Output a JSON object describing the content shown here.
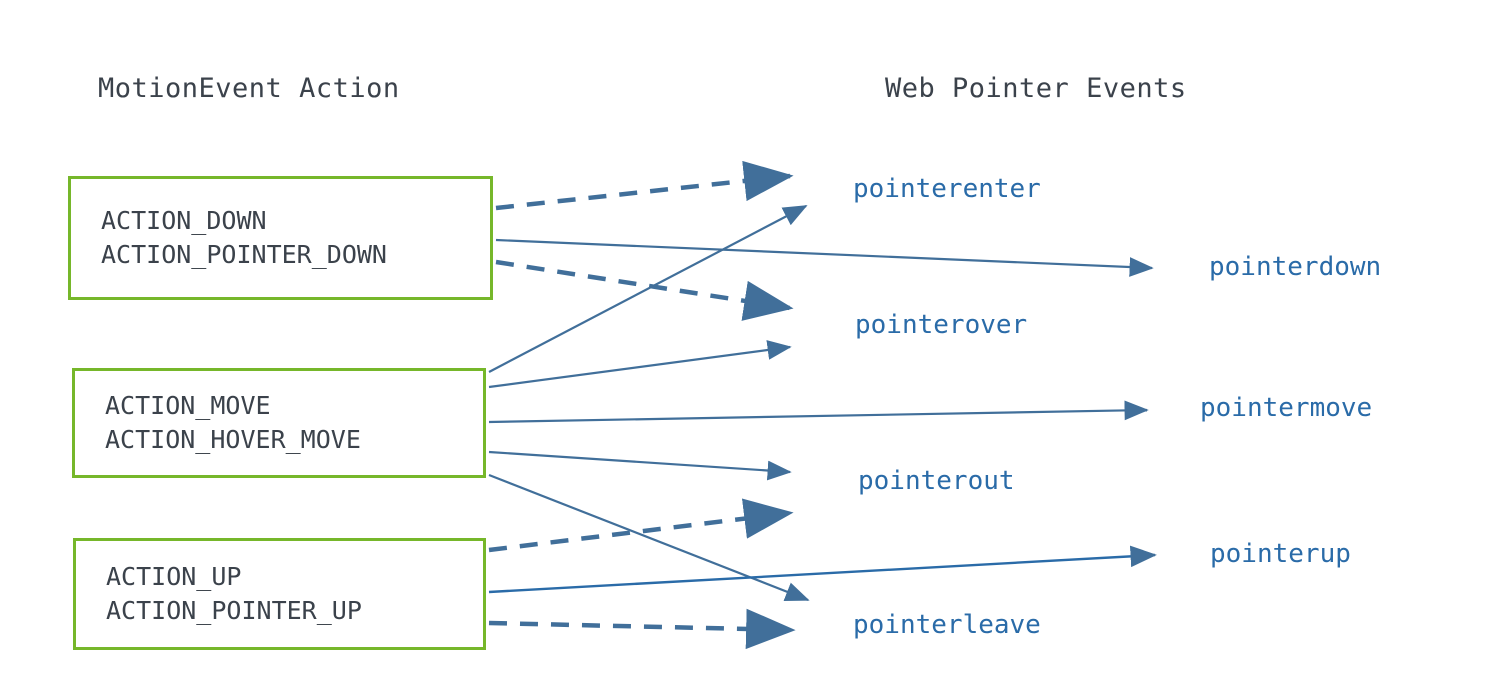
{
  "headers": {
    "left": "MotionEvent Action",
    "right": "Web Pointer Events"
  },
  "colors": {
    "box_border_green": "#76b72a",
    "action_text": "#3b424b",
    "event_text": "#2a6ba8",
    "arrow_solid": "#416f9a",
    "arrow_dashed": "#416f9a",
    "background": "#ffffff"
  },
  "action_boxes": [
    {
      "id": "box-down",
      "lines": [
        "ACTION_DOWN",
        "ACTION_POINTER_DOWN"
      ]
    },
    {
      "id": "box-move",
      "lines": [
        "ACTION_MOVE",
        "ACTION_HOVER_MOVE"
      ]
    },
    {
      "id": "box-up",
      "lines": [
        "ACTION_UP",
        "ACTION_POINTER_UP"
      ]
    }
  ],
  "event_labels": [
    {
      "id": "pointerenter",
      "text": "pointerenter"
    },
    {
      "id": "pointerdown",
      "text": "pointerdown"
    },
    {
      "id": "pointerover",
      "text": "pointerover"
    },
    {
      "id": "pointermove",
      "text": "pointermove"
    },
    {
      "id": "pointerout",
      "text": "pointerout"
    },
    {
      "id": "pointerup",
      "text": "pointerup"
    },
    {
      "id": "pointerleave",
      "text": "pointerleave"
    }
  ],
  "connections": [
    {
      "from": "ACTION_DOWN / ACTION_POINTER_DOWN",
      "to": "pointerenter",
      "style": "dashed"
    },
    {
      "from": "ACTION_DOWN / ACTION_POINTER_DOWN",
      "to": "pointerdown",
      "style": "solid"
    },
    {
      "from": "ACTION_DOWN / ACTION_POINTER_DOWN",
      "to": "pointerover",
      "style": "dashed"
    },
    {
      "from": "ACTION_MOVE / ACTION_HOVER_MOVE",
      "to": "pointerenter",
      "style": "solid"
    },
    {
      "from": "ACTION_MOVE / ACTION_HOVER_MOVE",
      "to": "pointerover",
      "style": "solid"
    },
    {
      "from": "ACTION_MOVE / ACTION_HOVER_MOVE",
      "to": "pointermove",
      "style": "solid"
    },
    {
      "from": "ACTION_MOVE / ACTION_HOVER_MOVE",
      "to": "pointerout",
      "style": "solid"
    },
    {
      "from": "ACTION_MOVE / ACTION_HOVER_MOVE",
      "to": "pointerleave",
      "style": "solid"
    },
    {
      "from": "ACTION_UP / ACTION_POINTER_UP",
      "to": "pointerout",
      "style": "dashed"
    },
    {
      "from": "ACTION_UP / ACTION_POINTER_UP",
      "to": "pointerup",
      "style": "solid"
    },
    {
      "from": "ACTION_UP / ACTION_POINTER_UP",
      "to": "pointerleave",
      "style": "dashed"
    }
  ]
}
